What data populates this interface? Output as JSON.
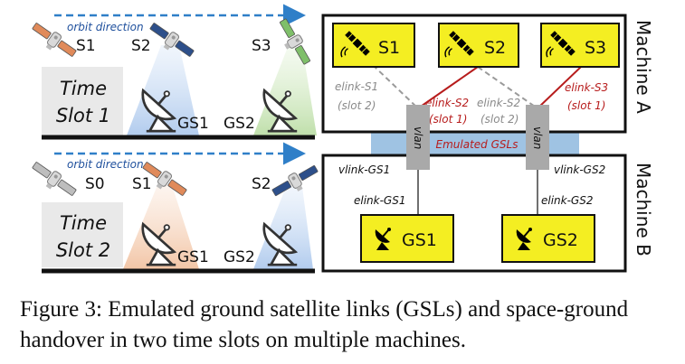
{
  "left_panel": {
    "orbit_direction_label": "orbit direction",
    "slot1": {
      "time_label_line1": "Time",
      "time_label_line2": "Slot 1",
      "satellites": [
        "S1",
        "S2",
        "S3"
      ],
      "ground_stations": [
        "GS1",
        "GS2"
      ]
    },
    "slot2": {
      "time_label_line1": "Time",
      "time_label_line2": "Slot 2",
      "satellites": [
        "S0",
        "S1",
        "S2"
      ],
      "ground_stations": [
        "GS1",
        "GS2"
      ]
    }
  },
  "machine_a": {
    "label": "Machine A",
    "nodes": [
      "S1",
      "S2",
      "S3"
    ],
    "links": [
      {
        "name": "elink-S1",
        "slot": "(slot 2)",
        "status": "inactive"
      },
      {
        "name": "elink-S2",
        "slot": "(slot 1)",
        "status": "active"
      },
      {
        "name": "elink-S2",
        "slot": "(slot 2)",
        "status": "inactive"
      },
      {
        "name": "elink-S3",
        "slot": "(slot 1)",
        "status": "active"
      }
    ]
  },
  "emulated_gsls_label": "Emulated GSLs",
  "vlan_label": "vlan",
  "machine_b": {
    "label": "Machine B",
    "nodes": [
      "GS1",
      "GS2"
    ],
    "vlinks": [
      "vlink-GS1",
      "vlink-GS2"
    ],
    "elinks": [
      "elink-GS1",
      "elink-GS2"
    ]
  },
  "caption": "Figure 3: Emulated ground satellite links (GSLs) and space-ground handover in two time slots on multiple machines.",
  "colors": {
    "node_fill": "#f4ee22",
    "active_link": "#b71c1c",
    "inactive_link": "#9a9a9a",
    "gsl_band": "#9fc3e3",
    "orbit_arrow": "#2f7fc8",
    "vlan_box": "#a9a9a9",
    "time_slot_box": "#e9e9e9"
  }
}
